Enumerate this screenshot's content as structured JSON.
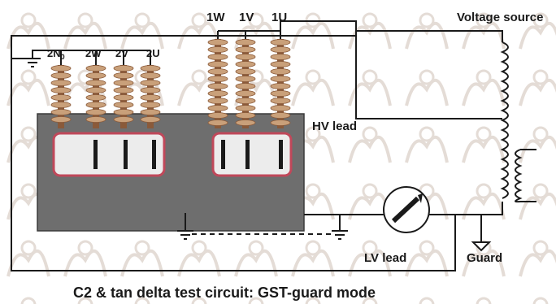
{
  "labels": {
    "voltage_source": "Voltage source",
    "hv_lead": "HV lead",
    "lv_lead": "LV lead",
    "guard": "Guard",
    "caption": "C2 & tan delta test circuit: GST-guard mode"
  },
  "bushings": {
    "lv": [
      {
        "label": "2N",
        "subscript": "0"
      },
      {
        "label": "2W"
      },
      {
        "label": "2V"
      },
      {
        "label": "2U"
      }
    ],
    "hv": [
      {
        "label": "1W"
      },
      {
        "label": "1V"
      },
      {
        "label": "1U"
      }
    ]
  },
  "colors": {
    "wire": "#1a1a1a",
    "tank": "#6e6e6e",
    "cap_fill": "#ececec",
    "cap_border": "#c0485a",
    "bushing": "#c9a07a",
    "bushing_dark": "#8a5a3a",
    "watermark": "#e4dcd6"
  },
  "icons": {
    "meter": "ammeter-icon",
    "ground": "ground-icon",
    "coil": "transformer-coil-icon"
  }
}
